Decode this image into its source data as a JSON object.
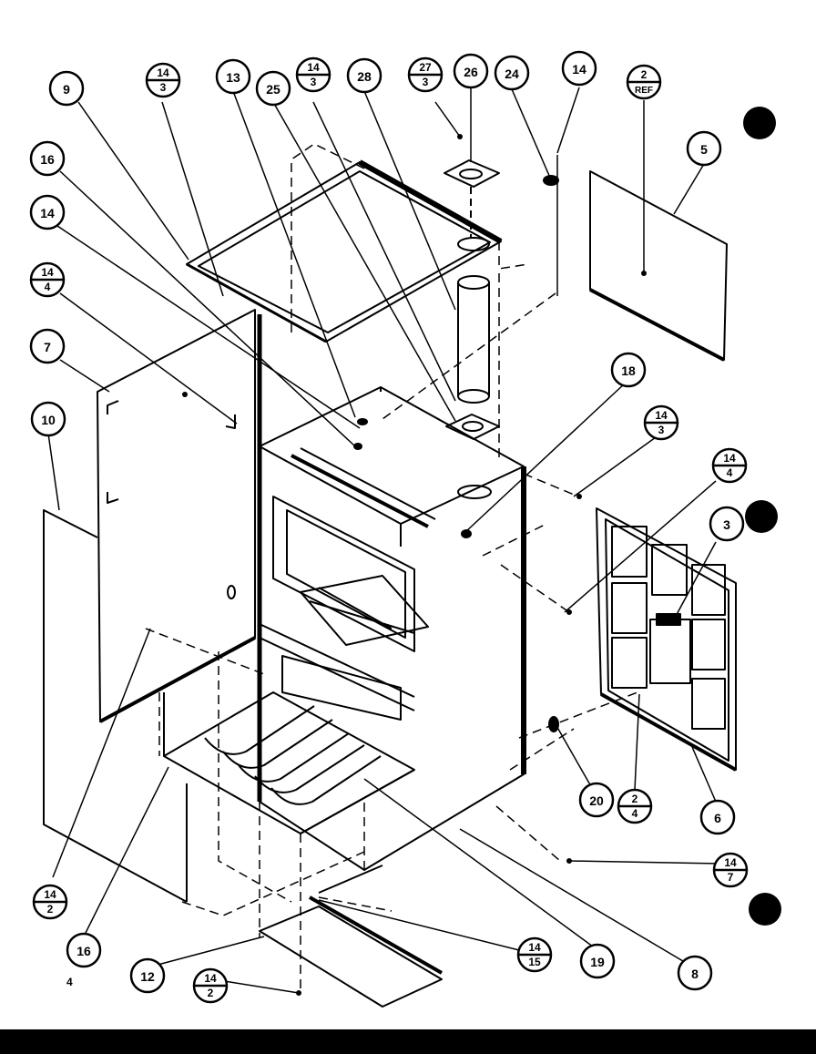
{
  "diagram": {
    "page_number": "4",
    "callouts": {
      "c9": "9",
      "c13": "13",
      "c25": "25",
      "c28": "28",
      "c26": "26",
      "c24": "24",
      "c14_top": "14",
      "c5": "5",
      "c16_left": "16",
      "c14_left": "14",
      "c7": "7",
      "c10": "10",
      "c18": "18",
      "c3": "3",
      "c20": "20",
      "c6": "6",
      "c16_bottom": "16",
      "c12": "12",
      "c19": "19",
      "c8": "8"
    },
    "refs": {
      "r14_3_a": {
        "top": "14",
        "bottom": "3"
      },
      "r14_3_b": {
        "top": "14",
        "bottom": "3"
      },
      "r27_3": {
        "top": "27",
        "bottom": "3"
      },
      "r2_ref": {
        "top": "2",
        "bottom": "REF"
      },
      "r14_4_a": {
        "top": "14",
        "bottom": "4"
      },
      "r14_3_c": {
        "top": "14",
        "bottom": "3"
      },
      "r14_4_b": {
        "top": "14",
        "bottom": "4"
      },
      "r2_4": {
        "top": "2",
        "bottom": "4"
      },
      "r14_7": {
        "top": "14",
        "bottom": "7"
      },
      "r14_2_a": {
        "top": "14",
        "bottom": "2"
      },
      "r14_2_b": {
        "top": "14",
        "bottom": "2"
      },
      "r14_15": {
        "top": "14",
        "bottom": "15"
      }
    }
  }
}
